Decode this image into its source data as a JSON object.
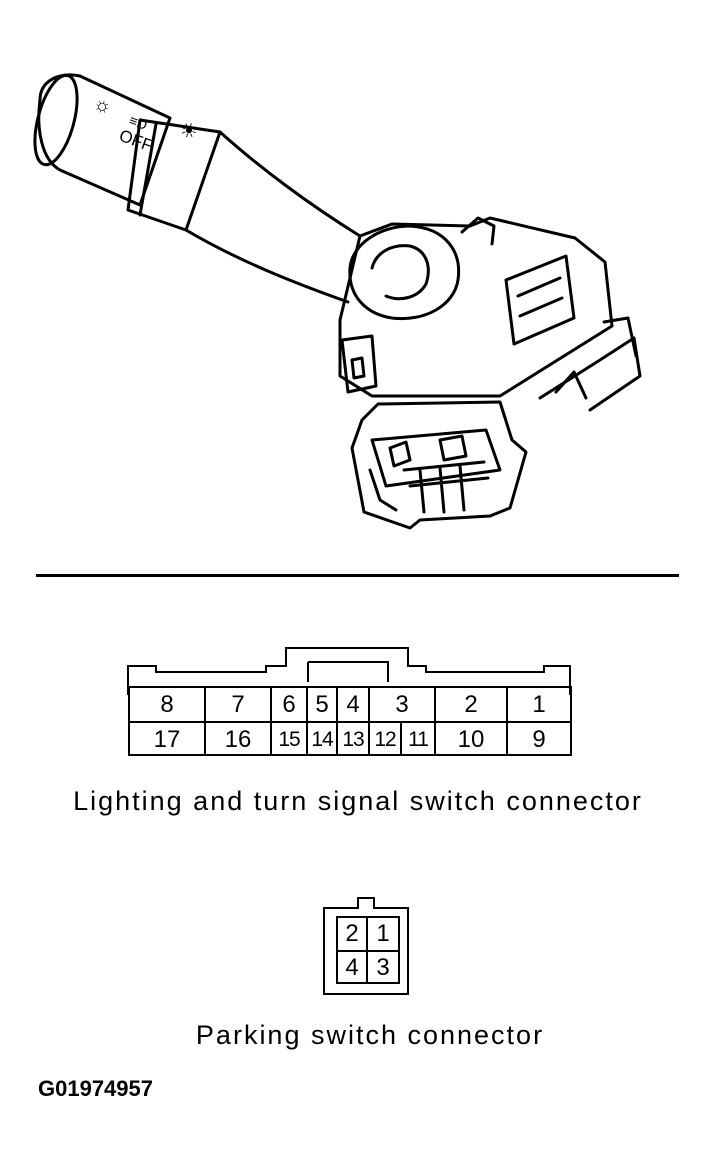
{
  "lever_markings": {
    "lamp_symbol": "☼",
    "off_label": "OFF",
    "low_label": "≡D",
    "tail_symbol": "☀"
  },
  "main_connector": {
    "top_row": [
      "8",
      "7",
      "6",
      "5",
      "4",
      "3",
      "2",
      "1"
    ],
    "bottom_row": [
      "17",
      "16",
      "15",
      "14",
      "13",
      "12",
      "11",
      "10",
      "9"
    ],
    "caption": "Lighting and turn signal switch connector"
  },
  "parking_connector": {
    "top_row": [
      "2",
      "1"
    ],
    "bottom_row": [
      "4",
      "3"
    ],
    "caption": "Parking switch connector"
  },
  "figure_code": "G01974957",
  "colors": {
    "ink": "#000000",
    "paper": "#ffffff"
  }
}
